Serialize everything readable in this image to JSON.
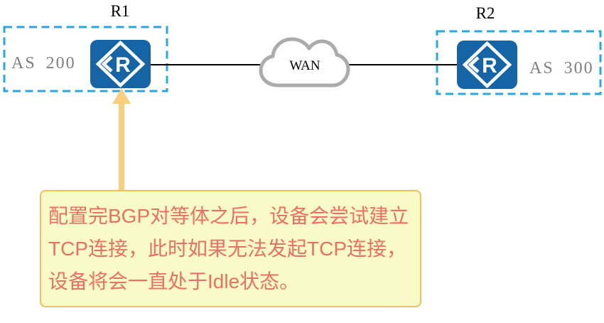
{
  "topology": {
    "router_letter": "R",
    "router1": {
      "name": "R1",
      "as_label": "AS 200"
    },
    "router2": {
      "name": "R2",
      "as_label": "AS 300"
    },
    "wan_label": "WAN"
  },
  "callout": {
    "lines": [
      "配置完BGP对等体之后，设备会尝试建立",
      "TCP连接，此时如果无法发起TCP连接，",
      "设备将会一直处于Idle状态。"
    ]
  },
  "colors": {
    "router_blue": "#1565A6",
    "boundary": "#2AA7E1",
    "as_text": "#7F7F7F",
    "cloud": "#ABABAB",
    "link": "#000000",
    "callout_bg": "#FAFAC8",
    "callout_border": "#F3BE55",
    "callout_text": "#E97164",
    "arrow": "#F9CF7D"
  }
}
